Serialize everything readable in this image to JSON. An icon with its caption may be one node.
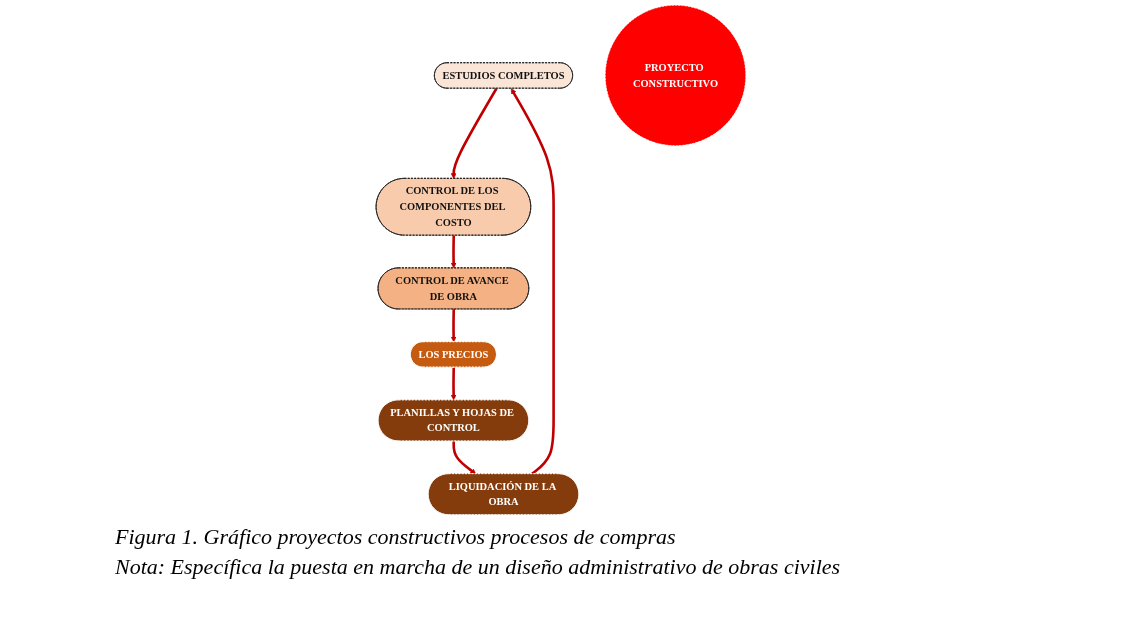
{
  "diagram": {
    "caption": "Figura 1. Gráfico proyectos constructivos procesos de compras",
    "nodes": [
      {
        "text": [
          "ESTUDIOS COMPLETOS"
        ]
      },
      {
        "text": [
          "LIQUIDACIÓN DE LA OBRA"
        ]
      },
      {
        "text": [
          "CONTROL DE LOS COMPONENTES DEL COSTO"
        ]
      },
      {
        "text": [
          "PROYECTO CONSTRUCTIVO"
        ]
      },
      {
        "text": [
          "PLANILLAS Y HOJAS DE CONTROL"
        ]
      },
      {
        "text": [
          "CONTROL DE AVANCE DE OBRA"
        ]
      },
      {
        "text": [
          "LOS PRECIOS"
        ]
      }
    ],
    "edges": [
      {
        "from": 0,
        "to": 2,
        "arrow": "to"
      },
      {
        "from": 2,
        "to": 5,
        "arrow": "to"
      },
      {
        "from": 5,
        "to": 6,
        "arrow": "to"
      },
      {
        "from": 6,
        "to": 4,
        "arrow": "to"
      },
      {
        "from": 4,
        "to": 1,
        "arrow": "to"
      },
      {
        "from": 1,
        "to": 0,
        "arrow": "to"
      }
    ],
    "labels": [
      "Nota: Específica la puesta en marcha de un diseño administrativo de obras civiles"
    ]
  }
}
